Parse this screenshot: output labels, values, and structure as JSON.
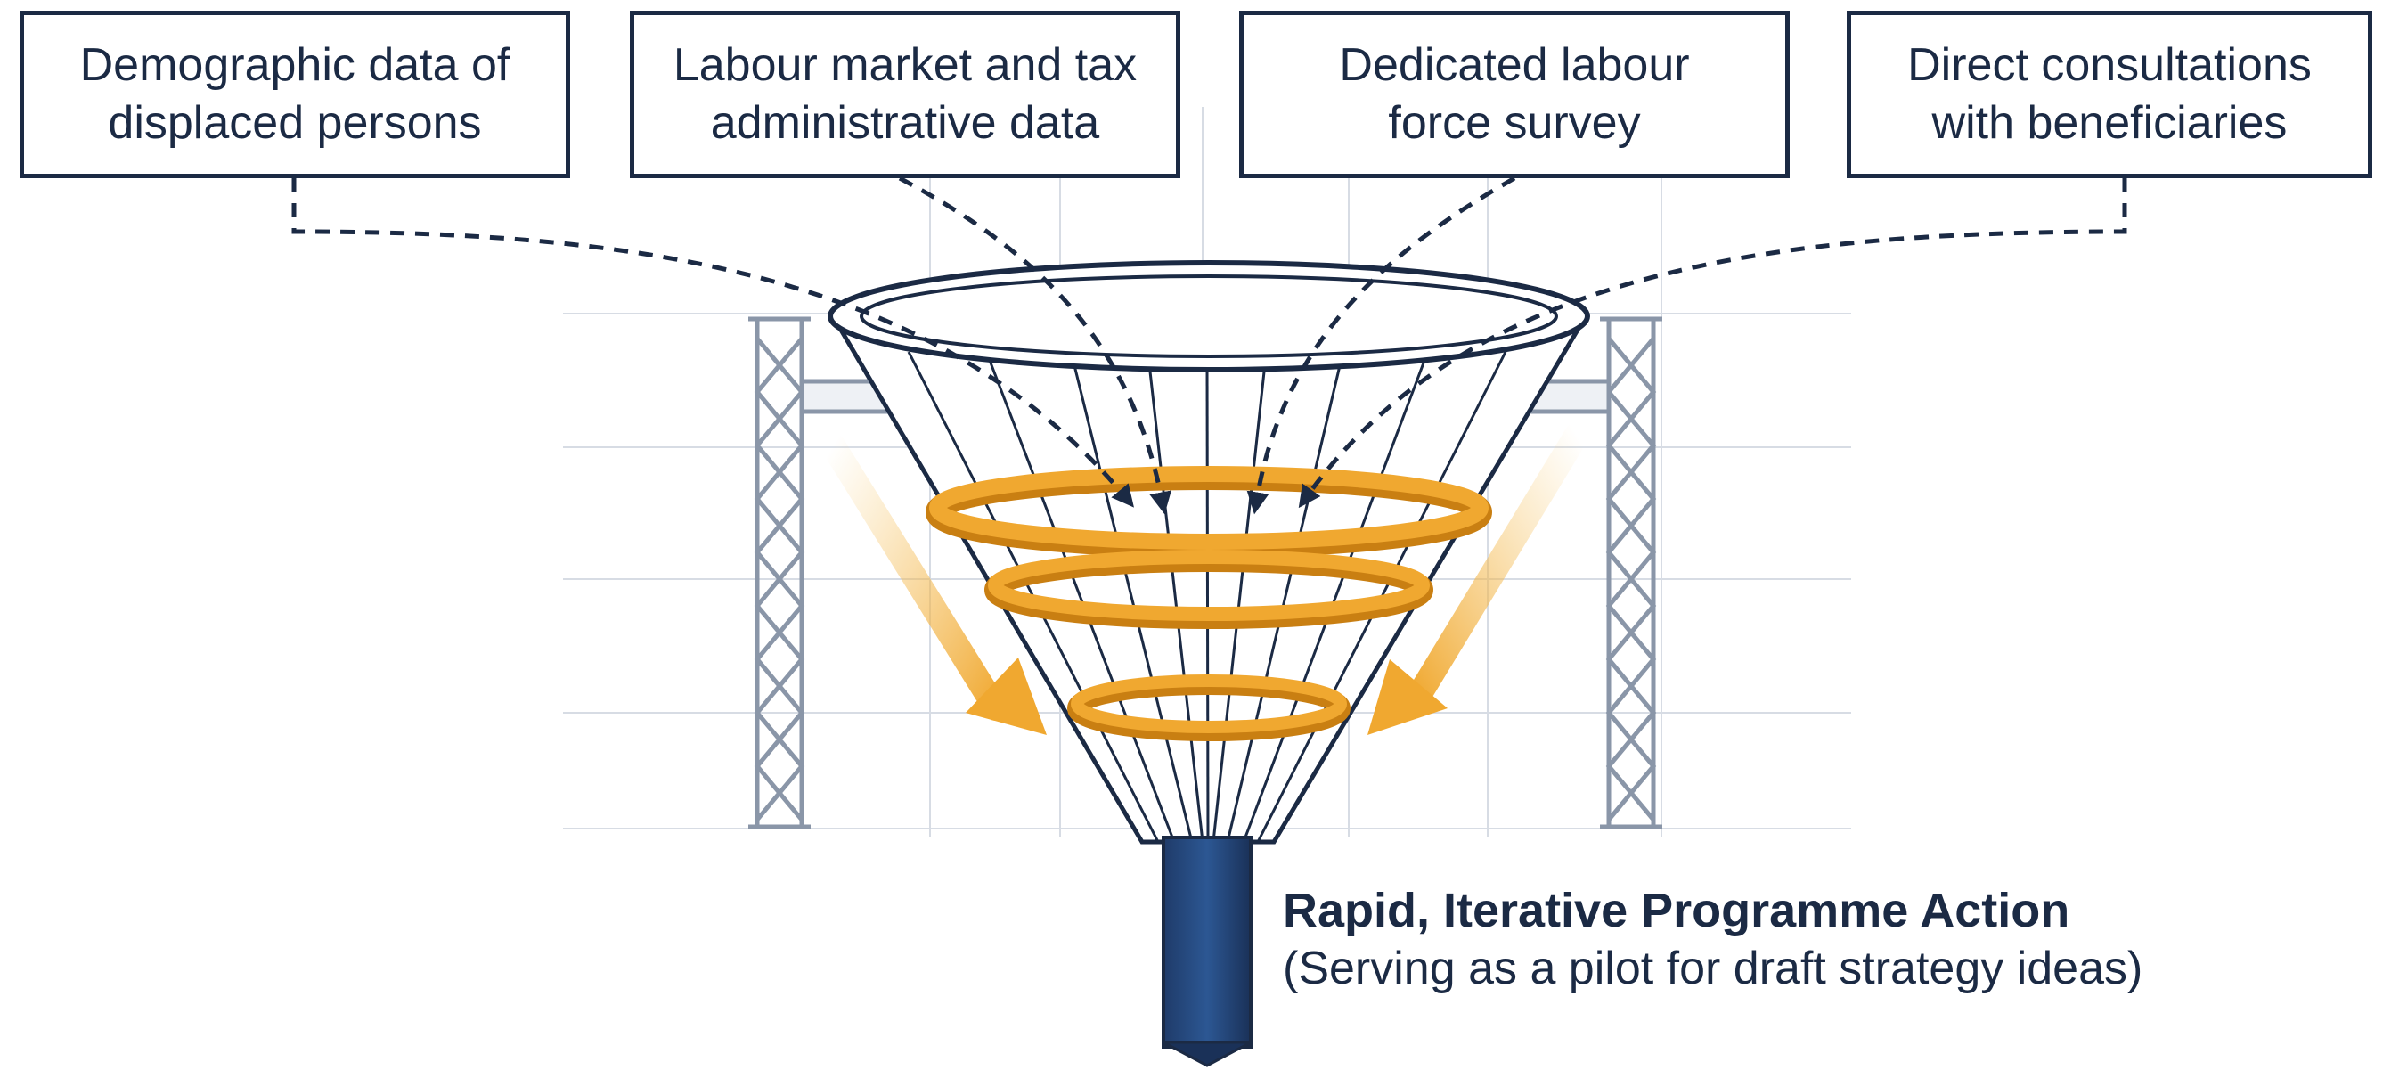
{
  "sources": [
    {
      "id": "demographic",
      "label": "Demographic data of\ndisplaced persons"
    },
    {
      "id": "labour-tax",
      "label": "Labour market and tax\nadministrative data"
    },
    {
      "id": "survey",
      "label": "Dedicated labour\nforce survey"
    },
    {
      "id": "consultations",
      "label": "Direct consultations\nwith beneficiaries"
    }
  ],
  "output": {
    "title": "Rapid, Iterative Programme Action",
    "subtitle": "(Serving as a pilot for draft strategy ideas)"
  },
  "colors": {
    "navy": "#1b2a44",
    "column": "#24467a",
    "ring": "#f0a830",
    "ring_dark": "#c97f12",
    "grid": "#d7dce4",
    "frame": "#8a96a8"
  }
}
